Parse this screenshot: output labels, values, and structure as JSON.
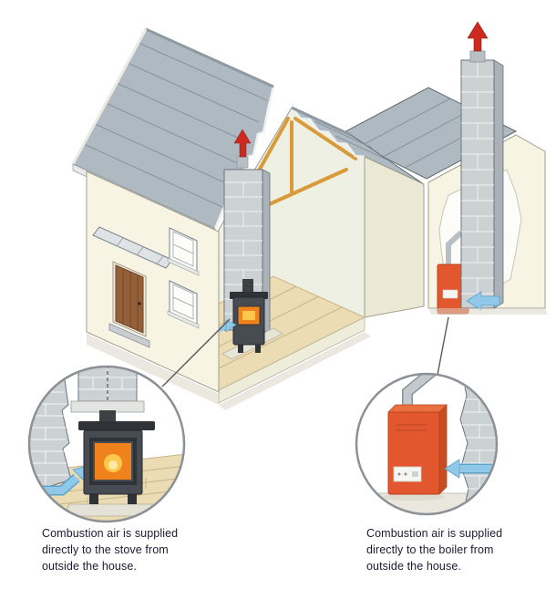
{
  "diagram": {
    "captions": {
      "stove": {
        "lines": [
          "Combustion air is supplied",
          "directly to the stove from",
          "outside the house."
        ]
      },
      "boiler": {
        "lines": [
          "Combustion air is supplied",
          "directly to the boiler from",
          "outside the house."
        ]
      }
    },
    "colors": {
      "roof": "#aeb9c1",
      "wall": "#f7f4e4",
      "interior_wall": "#eef0e3",
      "floor": "#ecdcb4",
      "masonry_block": "#ccd1d4",
      "timber": "#d99a3a",
      "stove_body": "#474c52",
      "flame": "#f0821e",
      "boiler_body": "#e2572e",
      "air_arrow": "#8fc8e8",
      "flue_terminal": "#cc2a1e",
      "caption_text": "#1a1a33"
    },
    "icons": {
      "air_arrow": "combustion-air-arrow-icon",
      "flue_terminal": "flue-terminal-icon"
    }
  }
}
